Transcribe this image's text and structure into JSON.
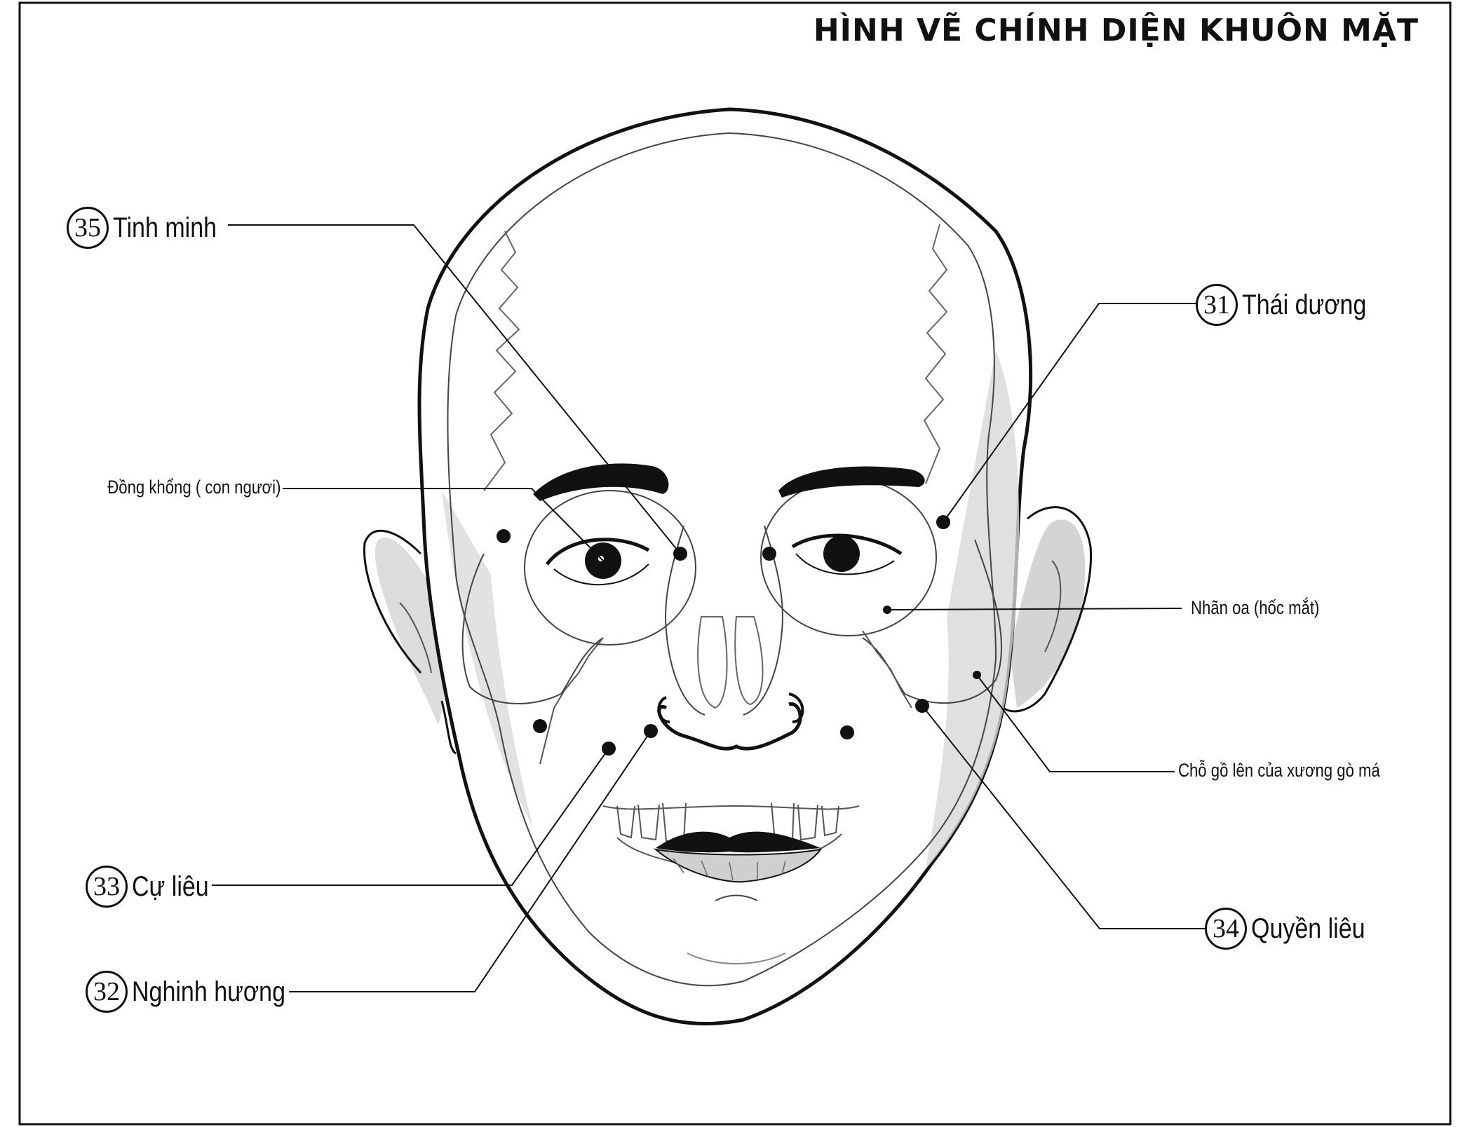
{
  "title": "HÌNH VẼ CHÍNH DIỆN KHUÔN MẶT",
  "acupoints": [
    {
      "number": "35",
      "name": "Tinh minh"
    },
    {
      "number": "31",
      "name": "Thái dương"
    },
    {
      "number": "33",
      "name": "Cự liêu"
    },
    {
      "number": "34",
      "name": "Quyền liêu"
    },
    {
      "number": "32",
      "name": "Nghinh hương"
    }
  ],
  "notes": {
    "pupil": "Đồng khổng ( con ngươi)",
    "orbit": "Nhãn oa (hốc mắt)",
    "cheekbone": "Chỗ gồ lên của xương gò má"
  },
  "colors": {
    "ink": "#111111",
    "skin_shade": "#d4d4d4",
    "background": "#ffffff"
  }
}
